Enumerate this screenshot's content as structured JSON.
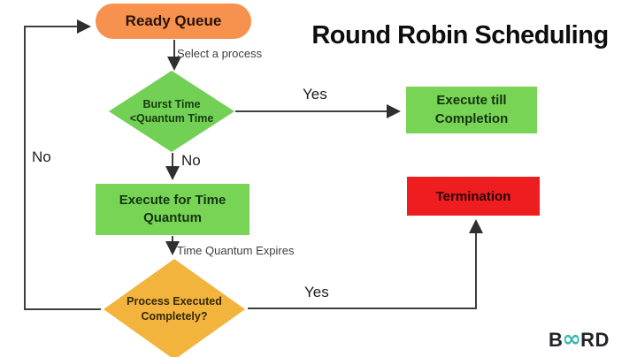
{
  "title": "Round Robin Scheduling",
  "flowchart": {
    "nodes": {
      "ready_queue": {
        "label": "Ready Queue",
        "shape": "rounded-pill",
        "color": "#f6914e"
      },
      "burst_check": {
        "label": "Burst Time <Quantum Time",
        "shape": "diamond",
        "color": "#72d054"
      },
      "execute_completion": {
        "label": "Execute till Completion",
        "shape": "rect",
        "color": "#77d455"
      },
      "execute_quantum": {
        "label": "Execute for Time Quantum",
        "shape": "rect",
        "color": "#77d455"
      },
      "termination": {
        "label": "Termination",
        "shape": "rect",
        "color": "#ee1d1f"
      },
      "process_check": {
        "label": "Process Executed Completely?",
        "shape": "diamond",
        "color": "#f2b43c"
      }
    },
    "edge_labels": {
      "select_process": "Select a process",
      "yes_top": "Yes",
      "no_mid": "No",
      "quantum_expires": "Time Quantum Expires",
      "yes_bottom": "Yes",
      "no_left": "No"
    }
  },
  "branding": {
    "logo_prefix": "B",
    "logo_infinity": "∞",
    "logo_suffix": "RD",
    "logo_accent_color": "#35b7ae"
  },
  "colors": {
    "background": "#ffffff",
    "line": "#3e3e3e",
    "node_orange": "#f6914e",
    "node_green": "#77d455",
    "node_amber": "#f2b43c",
    "node_red": "#ee1d1f"
  }
}
